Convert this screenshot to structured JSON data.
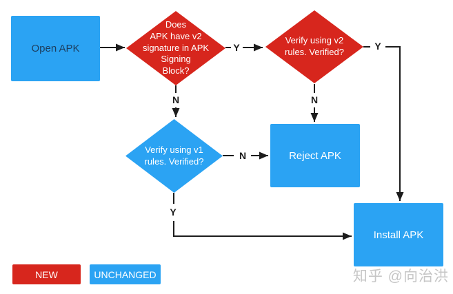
{
  "flow": {
    "nodes": {
      "open_apk": {
        "label": "Open APK",
        "type": "process",
        "color": "#2ba3f3"
      },
      "v2_check": {
        "label": "Does\nAPK have v2\nsignature in APK\nSigning\nBlock?",
        "type": "decision",
        "color": "#d7261d"
      },
      "v2_verify": {
        "label": "Verify using v2\nrules. Verified?",
        "type": "decision",
        "color": "#d7261d"
      },
      "v1_verify": {
        "label": "Verify using v1\nrules. Verified?",
        "type": "decision",
        "color": "#2ba3f3"
      },
      "reject_apk": {
        "label": "Reject APK",
        "type": "process",
        "color": "#2ba3f3"
      },
      "install_apk": {
        "label": "Install APK",
        "type": "process",
        "color": "#2ba3f3"
      }
    },
    "edge_labels": {
      "v2_check_yes": "Y",
      "v2_check_no": "N",
      "v2_verify_yes": "Y",
      "v2_verify_no": "N",
      "v1_verify_no": "N",
      "v1_verify_yes": "Y"
    },
    "legend": {
      "new_label": "NEW",
      "unchanged_label": "UNCHANGED"
    },
    "colors": {
      "new_red": "#d7261d",
      "unchanged_blue": "#2ba3f3",
      "line": "#1c1c1c",
      "open_apk_text": "#1d3e5e",
      "node_text": "#ffffff",
      "watermark_gray": "#c6c6c6"
    }
  },
  "watermark": "知乎 @向治洪"
}
